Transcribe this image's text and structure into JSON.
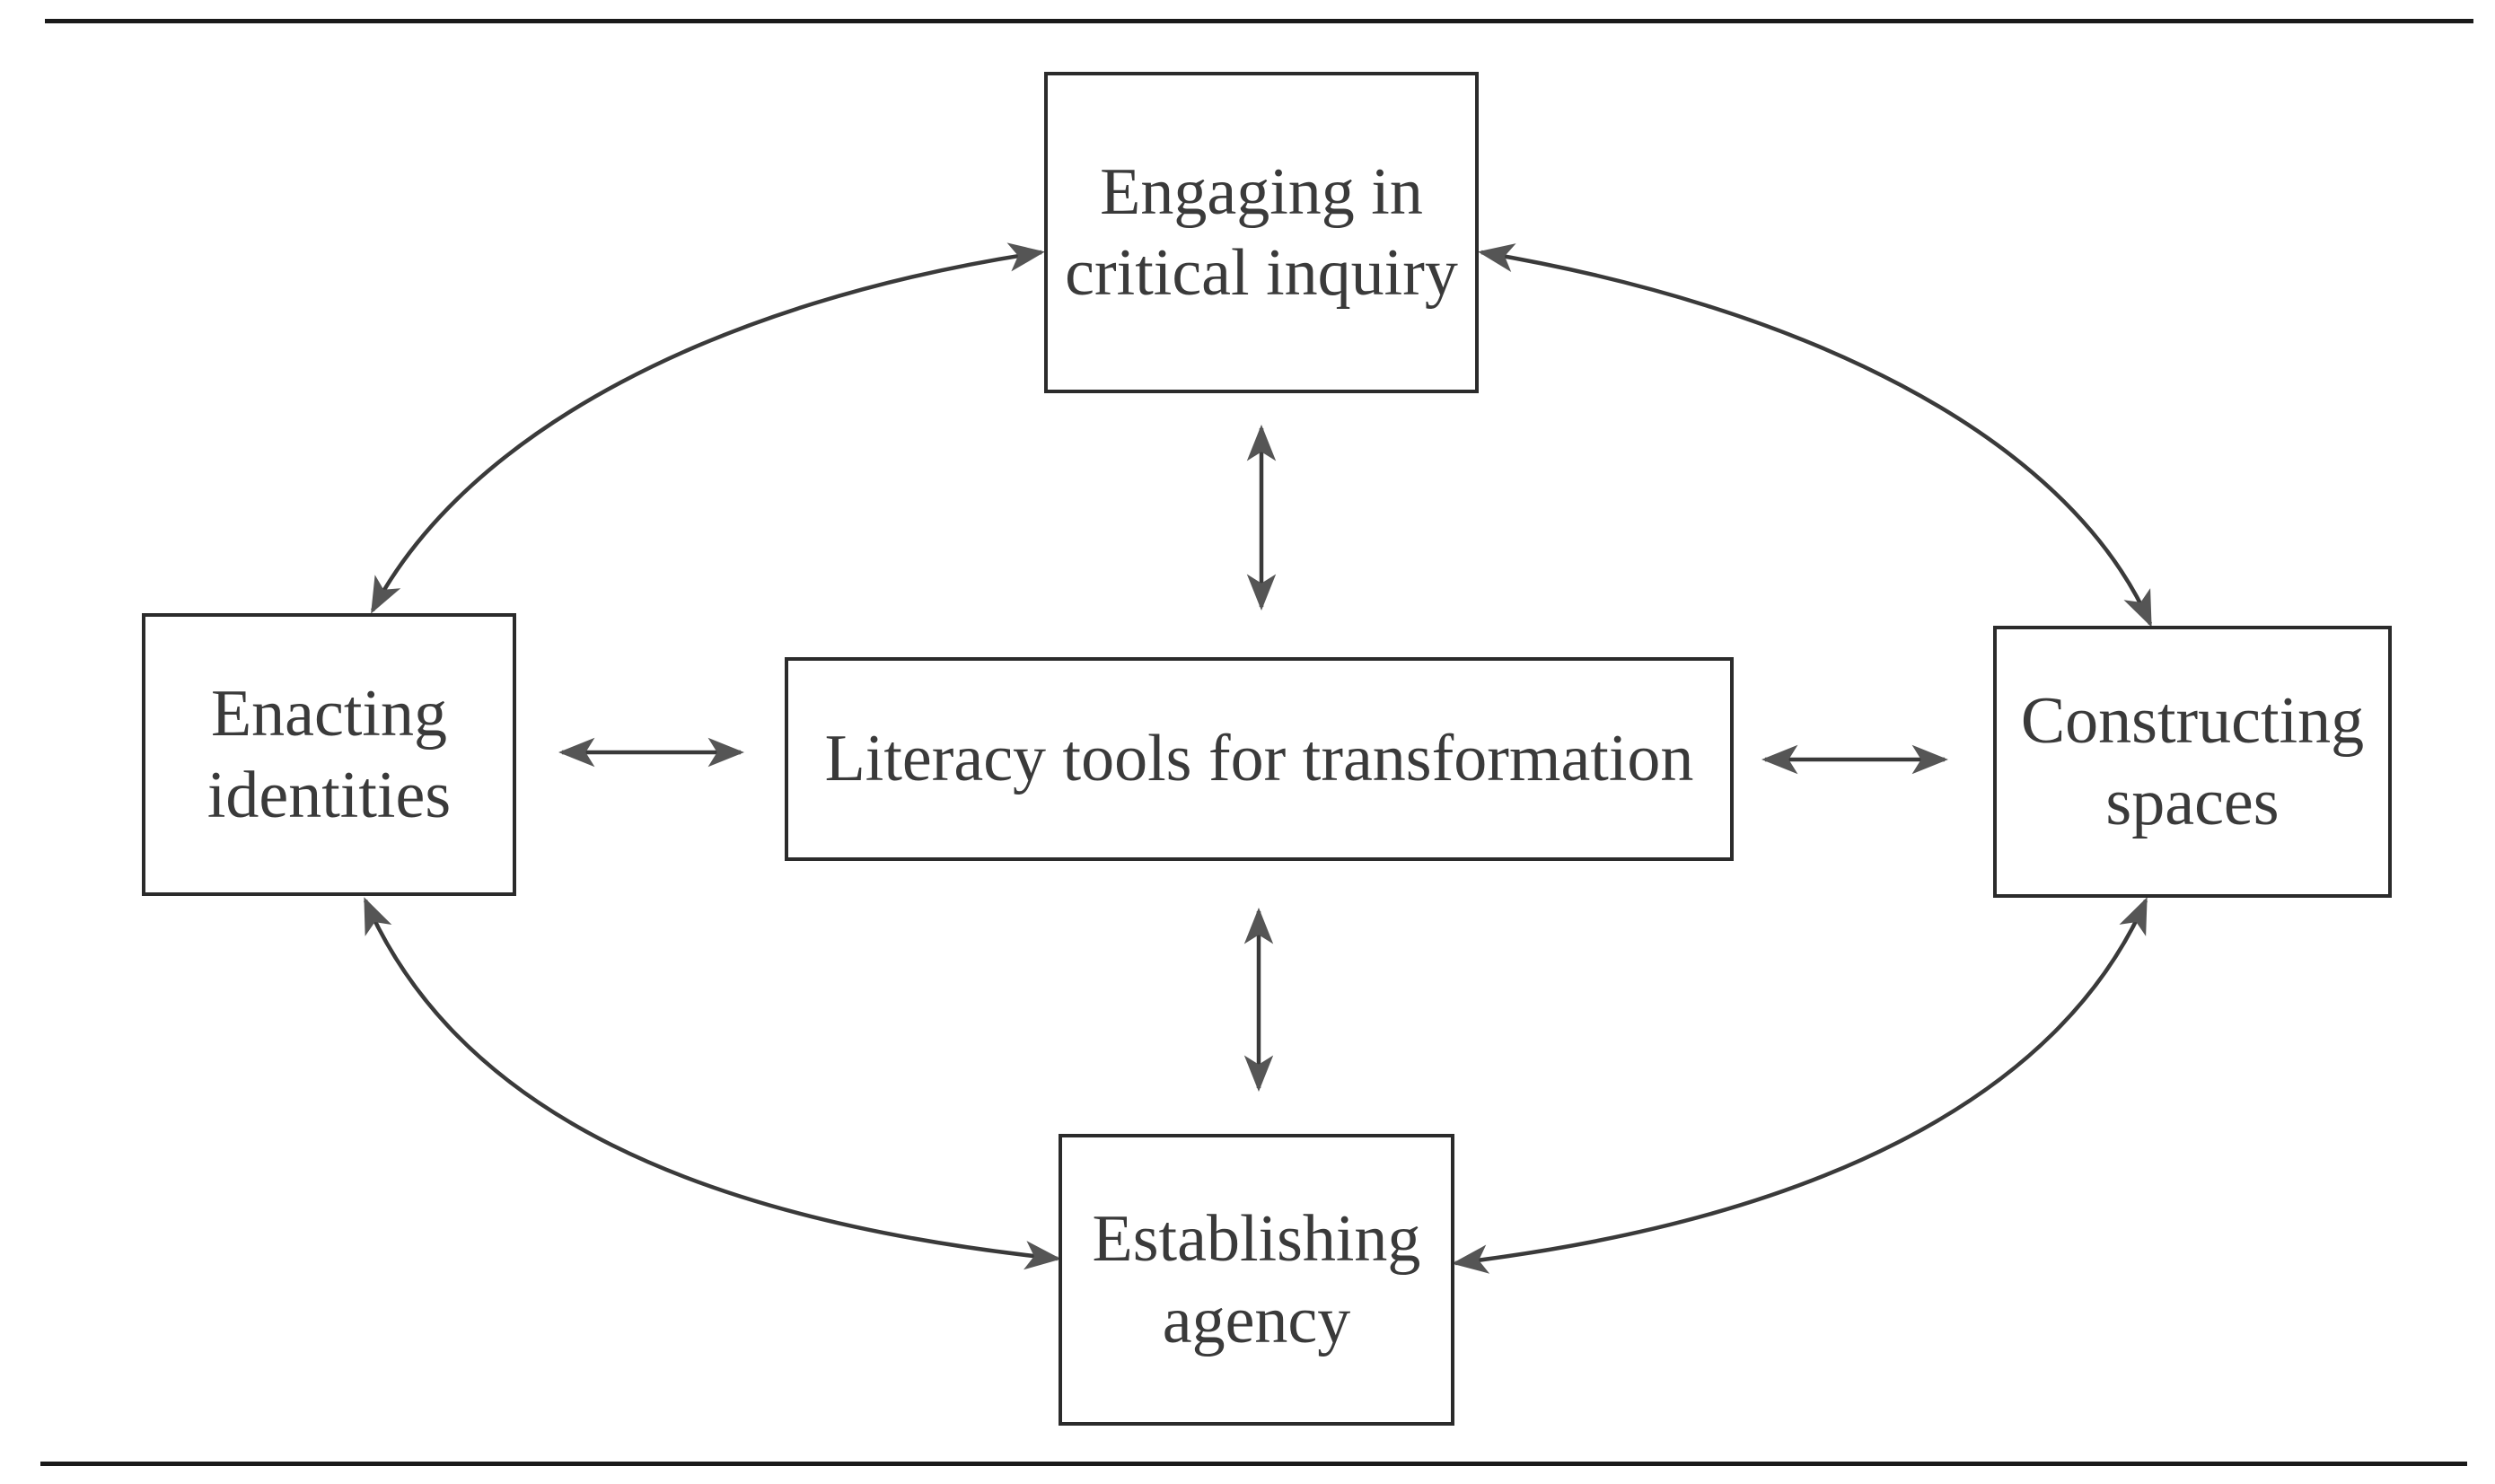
{
  "diagram": {
    "title": "Literacy tools for transformation",
    "nodes": {
      "center": {
        "lines": [
          "Literacy tools for transformation"
        ]
      },
      "top": {
        "lines": [
          "Engaging in",
          "critical inquiry"
        ]
      },
      "left": {
        "lines": [
          "Enacting",
          "identities"
        ]
      },
      "right": {
        "lines": [
          "Constructing",
          "spaces"
        ]
      },
      "bottom": {
        "lines": [
          "Establishing",
          "agency"
        ]
      }
    },
    "edges": [
      {
        "from": "center",
        "to": "top",
        "direction": "bidirectional",
        "style": "straight"
      },
      {
        "from": "center",
        "to": "bottom",
        "direction": "bidirectional",
        "style": "straight"
      },
      {
        "from": "center",
        "to": "left",
        "direction": "bidirectional",
        "style": "straight"
      },
      {
        "from": "center",
        "to": "right",
        "direction": "bidirectional",
        "style": "straight"
      },
      {
        "from": "top",
        "to": "left",
        "direction": "bidirectional",
        "style": "curved"
      },
      {
        "from": "top",
        "to": "right",
        "direction": "bidirectional",
        "style": "curved"
      },
      {
        "from": "left",
        "to": "bottom",
        "direction": "bidirectional",
        "style": "curved"
      },
      {
        "from": "right",
        "to": "bottom",
        "direction": "bidirectional",
        "style": "curved"
      }
    ],
    "colors": {
      "line": "#3a3a3a",
      "text": "#3a3a3a",
      "background": "#ffffff"
    }
  }
}
